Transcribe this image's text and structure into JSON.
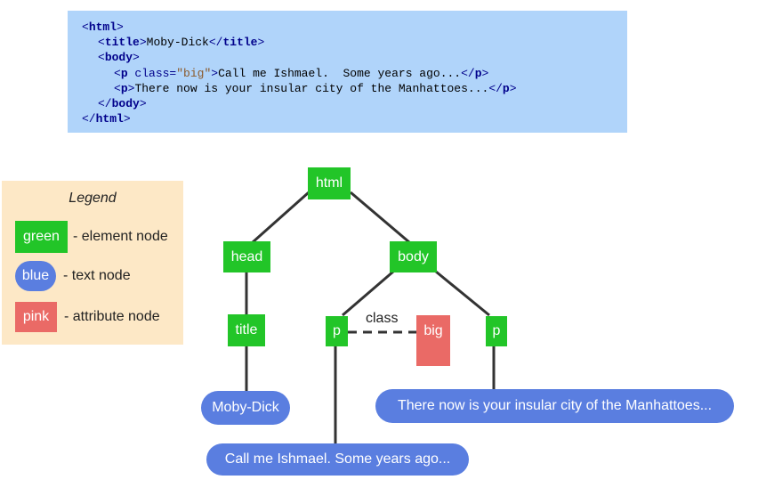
{
  "code_block": {
    "lines": [
      {
        "open": "<",
        "tag": "html",
        "close": ">"
      },
      {
        "open": "<",
        "tag": "title",
        "close": ">",
        "text": "Moby-Dick",
        "end_open": "</",
        "end_tag": "title",
        "end_close": ">"
      },
      {
        "open": "<",
        "tag": "body",
        "close": ">"
      },
      {
        "open": "<",
        "tag": "p",
        "attr": " class=",
        "val": "\"big\"",
        "close": ">",
        "text": "Call me Ishmael.  Some years ago...",
        "end_open": "</",
        "end_tag": "p",
        "end_close": ">"
      },
      {
        "open": "<",
        "tag": "p",
        "close": ">",
        "text": "There now is your insular city of the Manhattoes...",
        "end_open": "</",
        "end_tag": "p",
        "end_close": ">"
      },
      {
        "open": "</",
        "tag": "body",
        "close": ">"
      },
      {
        "open": "</",
        "tag": "html",
        "close": ">"
      }
    ]
  },
  "legend": {
    "title": "Legend",
    "items": [
      {
        "swatch": "green",
        "description": "- element node"
      },
      {
        "swatch": "blue",
        "description": "- text node"
      },
      {
        "swatch": "pink",
        "description": "- attribute node"
      }
    ]
  },
  "tree": {
    "html": "html",
    "head": "head",
    "body": "body",
    "title": "title",
    "p1": "p",
    "p2": "p",
    "attr_label": "class",
    "attr_value": "big",
    "text_title": "Moby-Dick",
    "text_p1": "Call me Ishmael.  Some years ago...",
    "text_p2": "There now is your insular city of the Manhattoes..."
  },
  "colors": {
    "element": "#22c528",
    "text": "#5a7ee0",
    "attribute": "#ea6a66",
    "code_bg": "#b0d4fa",
    "legend_bg": "#fde8c6"
  }
}
